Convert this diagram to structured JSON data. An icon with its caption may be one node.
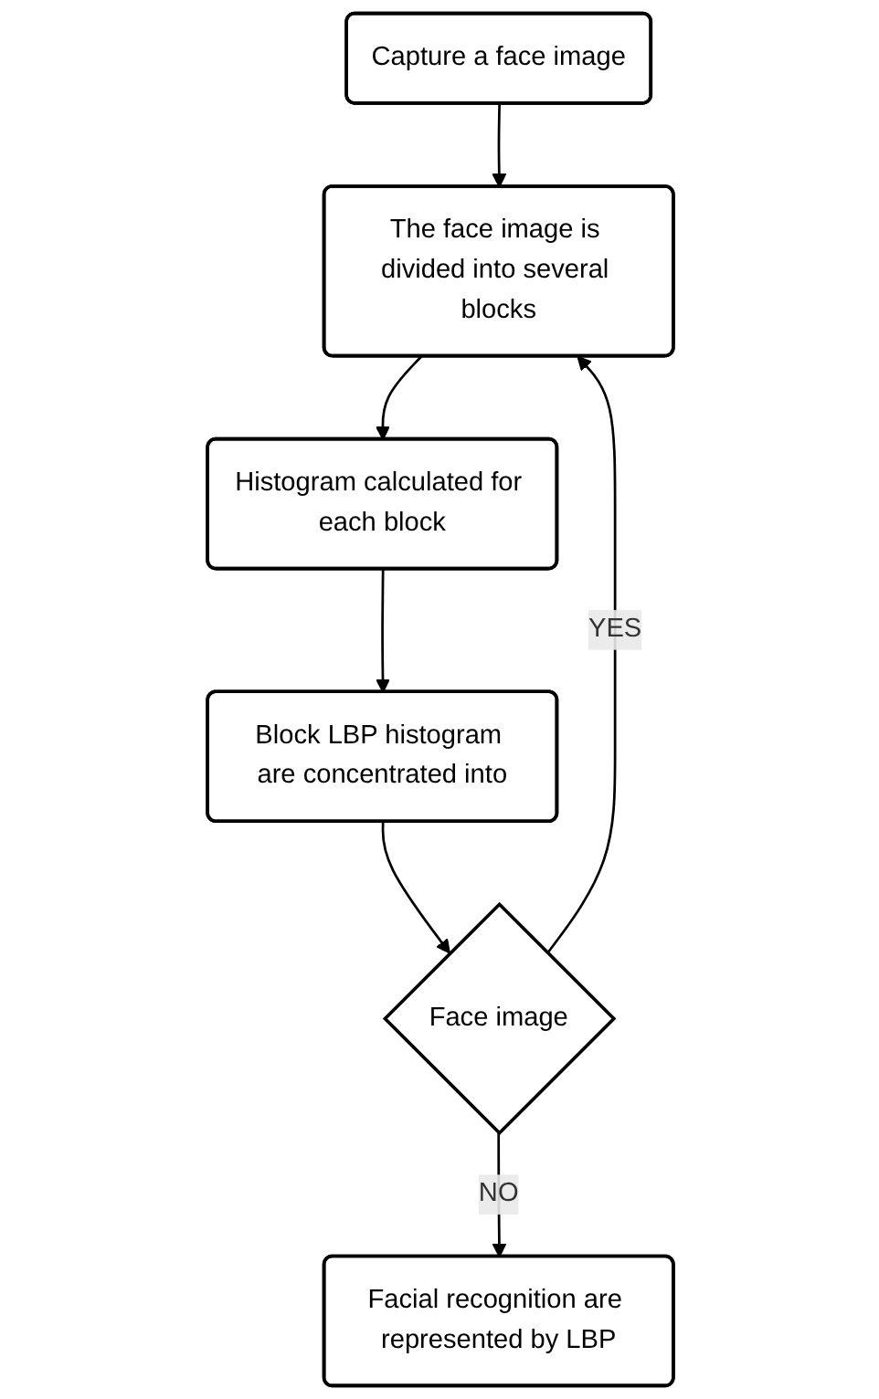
{
  "diagram": {
    "nodes": [
      {
        "text": [
          "Capture a face image"
        ]
      },
      {
        "text": [
          "The face image is divided into several blocks"
        ]
      },
      {
        "text": [
          "Histogram calculated for each block"
        ]
      },
      {
        "text": [
          "Block LBP histogram are concentrated into"
        ]
      },
      {
        "text": [
          "Face image"
        ]
      },
      {
        "text": [
          "Facial recognition are represented by LBP"
        ]
      }
    ],
    "edges": [
      {
        "from": 0,
        "to": 1,
        "arrow": "to"
      },
      {
        "from": 1,
        "to": 2,
        "arrow": "to"
      },
      {
        "from": 2,
        "to": 3,
        "arrow": "to"
      },
      {
        "from": 3,
        "to": 4,
        "arrow": "to"
      },
      {
        "from": 4,
        "to": 1,
        "arrow": "to",
        "label": "YES"
      },
      {
        "from": 4,
        "to": 5,
        "arrow": "to",
        "label": "NO"
      }
    ]
  }
}
